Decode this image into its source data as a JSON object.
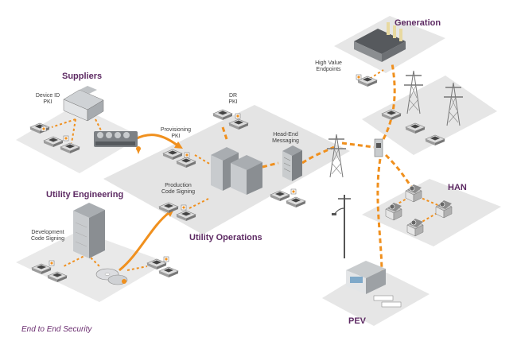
{
  "caption": "End to End Security",
  "zones": {
    "suppliers": "Suppliers",
    "utility_engineering": "Utility Engineering",
    "utility_operations": "Utility Operations",
    "generation": "Generation",
    "han": "HAN",
    "pev": "PEV"
  },
  "labels": {
    "device_id_pki": "Device ID\nPKI",
    "provisioning_pki": "Provisioning\nPKI",
    "dr_pki": "DR\nPKI",
    "head_end_messaging": "Head-End\nMessaging",
    "production_code_signing": "Production\nCode Signing",
    "development_code_signing": "Development\nCode Signing",
    "high_value_endpoints": "High Value\nEndpoints"
  },
  "colors": {
    "accent_orange": "#f0901e",
    "title_purple": "#5d2a63",
    "platform_gray": "#e4e4e4",
    "building_gray": "#9a9ea3",
    "tower_gray": "#8a8d90"
  },
  "icons": [
    "server-icon",
    "building-icon",
    "device-icon",
    "certificate-icon",
    "transmission-tower-icon",
    "house-icon",
    "disc-icon",
    "station-icon"
  ]
}
